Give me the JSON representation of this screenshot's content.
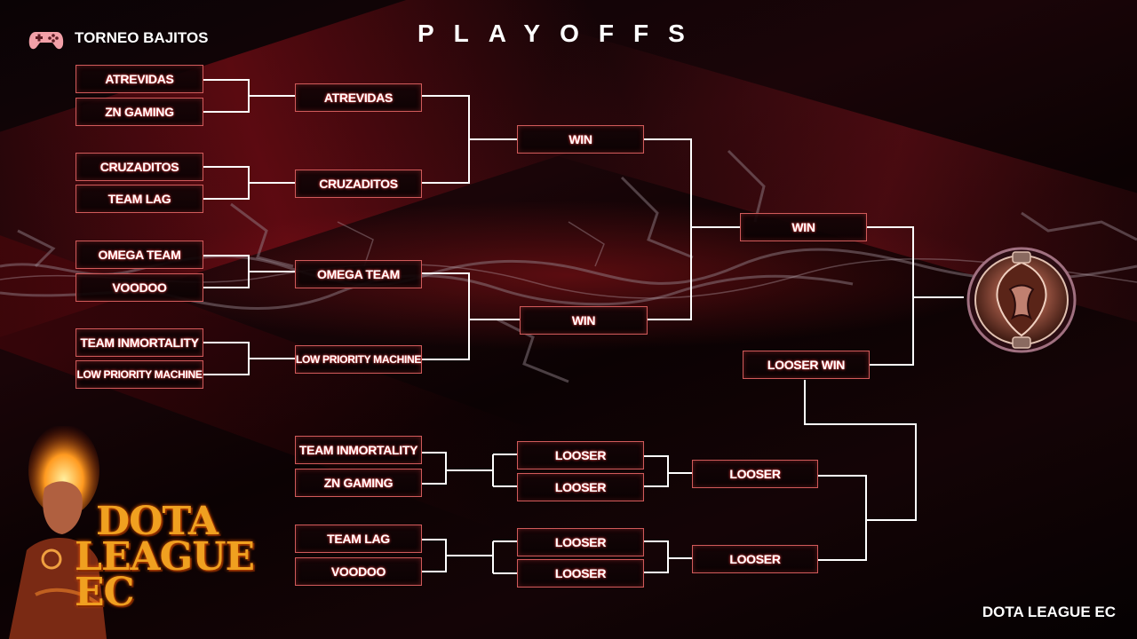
{
  "header": {
    "tournament": "TORNEO BAJITOS",
    "title": "PLAYOFFS"
  },
  "footer": {
    "brand": "DOTA LEAGUE EC"
  },
  "logo": {
    "line1": "DOTA",
    "line2": "LEAGUE EC"
  },
  "icons": {
    "controller": "gamepad-icon",
    "trophy": "aegis-trophy-icon"
  },
  "colors": {
    "accent": "#d05a5a",
    "glow": "#ff4040",
    "logo": "#f0a020"
  },
  "bracket": {
    "round1": [
      "ATREVIDAS",
      "ZN GAMING",
      "CRUZADITOS",
      "TEAM LAG",
      "OMEGA TEAM",
      "VOODOO",
      "TEAM INMORTALITY",
      "LOW PRIORITY MACHINE"
    ],
    "quarterfinals": [
      "ATREVIDAS",
      "CRUZADITOS",
      "OMEGA TEAM",
      "LOW PRIORITY MACHINE"
    ],
    "semifinals": [
      "WIN",
      "WIN"
    ],
    "final_upper": "WIN",
    "final_lower": "LOOSER WIN",
    "lower_r1": [
      "TEAM INMORTALITY",
      "ZN GAMING",
      "TEAM LAG",
      "VOODOO"
    ],
    "lower_r2": [
      "LOOSER",
      "LOOSER",
      "LOOSER",
      "LOOSER"
    ],
    "lower_r3": [
      "LOOSER",
      "LOOSER"
    ]
  }
}
